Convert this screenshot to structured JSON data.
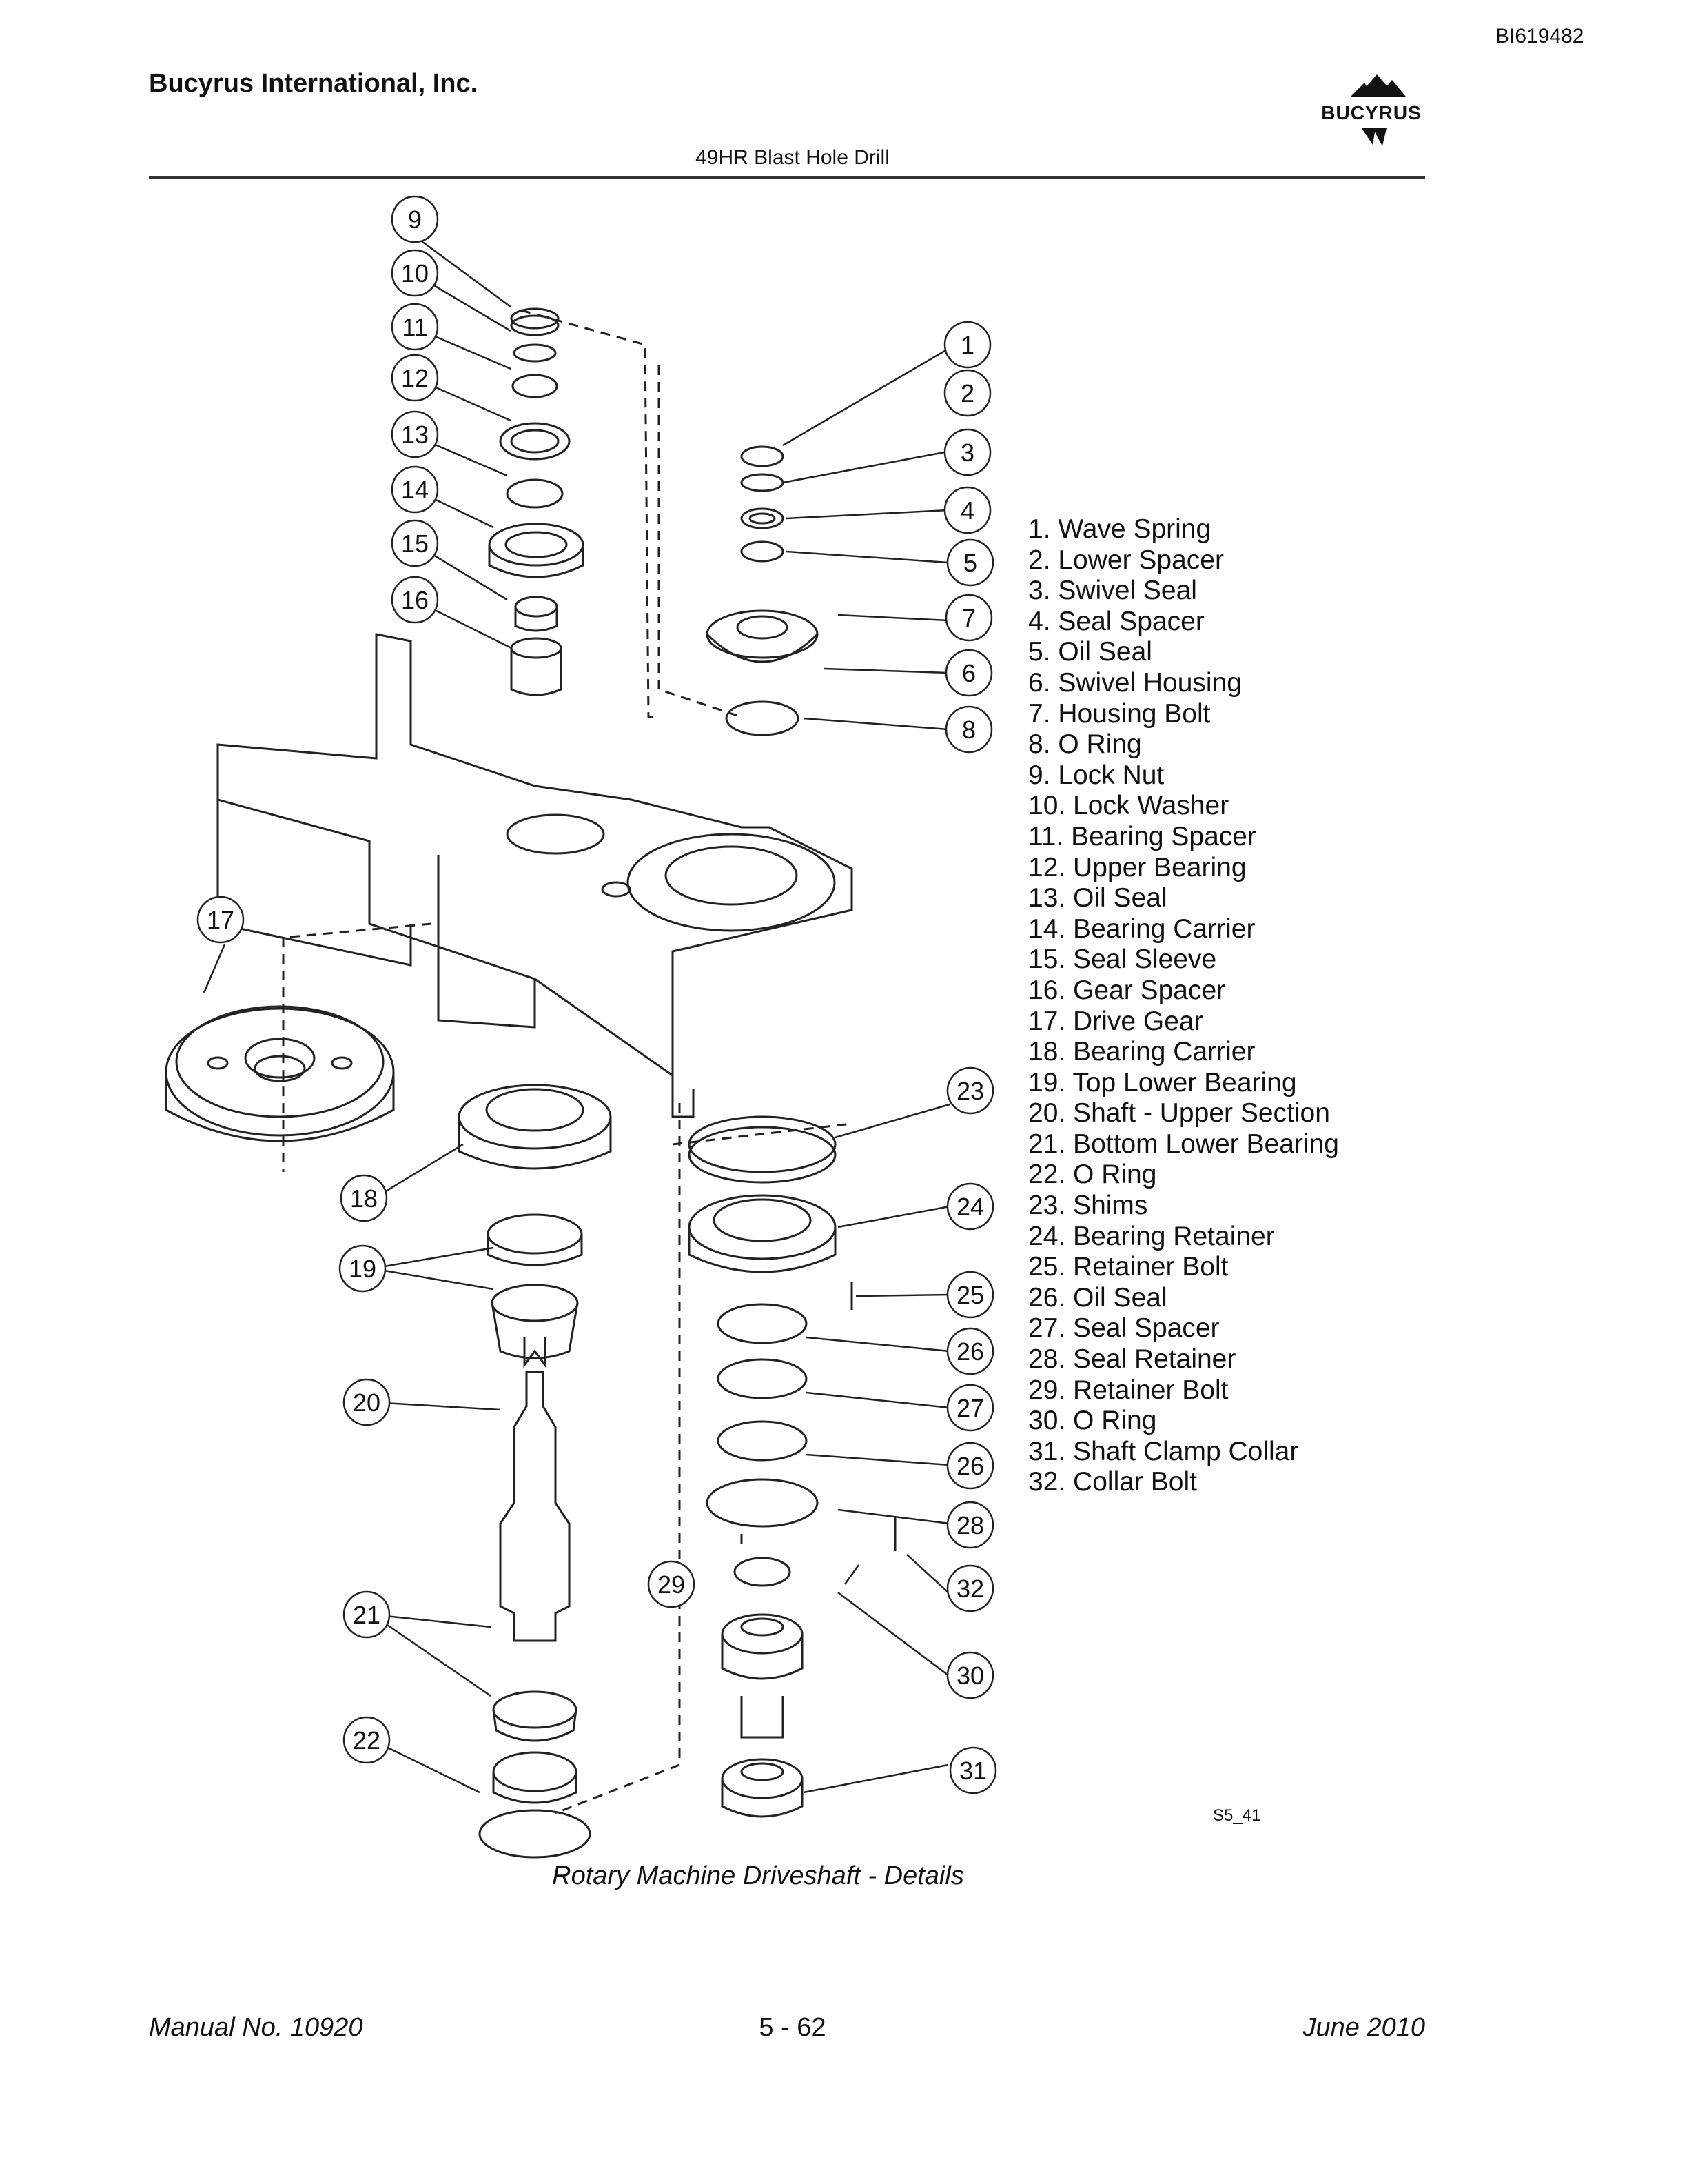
{
  "header": {
    "doc_id": "BI619482",
    "company": "Bucyrus International, Inc.",
    "logo_text": "BUCYRUS",
    "subtitle": "49HR Blast Hole Drill"
  },
  "legend": [
    "1.   Wave Spring",
    "2.   Lower Spacer",
    "3.   Swivel Seal",
    "4.   Seal Spacer",
    "5.   Oil Seal",
    "6.   Swivel Housing",
    "7.   Housing Bolt",
    "8.   O Ring",
    "9.   Lock Nut",
    "10. Lock Washer",
    "11. Bearing Spacer",
    "12. Upper Bearing",
    "13. Oil Seal",
    "14. Bearing Carrier",
    "15. Seal Sleeve",
    "16. Gear Spacer",
    "17. Drive Gear",
    "18. Bearing Carrier",
    "19. Top Lower Bearing",
    "20. Shaft - Upper Section",
    "21. Bottom Lower Bearing",
    "22. O Ring",
    "23. Shims",
    "24. Bearing Retainer",
    "25. Retainer Bolt",
    "26. Oil Seal",
    "27. Seal Spacer",
    "28. Seal Retainer",
    "29. Retainer Bolt",
    "30. O Ring",
    "31. Shaft Clamp Collar",
    "32. Collar Bolt"
  ],
  "callouts": [
    "9",
    "10",
    "11",
    "12",
    "13",
    "14",
    "15",
    "16",
    "1",
    "2",
    "3",
    "4",
    "5",
    "7",
    "6",
    "8",
    "17",
    "18",
    "19",
    "20",
    "21",
    "22",
    "23",
    "24",
    "25",
    "26",
    "27",
    "26",
    "28",
    "29",
    "32",
    "30",
    "31"
  ],
  "figure_id": "S5_41",
  "caption": "Rotary Machine Driveshaft - Details",
  "footer": {
    "manual": "Manual No. 10920",
    "page": "5 - 62",
    "date": "June 2010"
  }
}
